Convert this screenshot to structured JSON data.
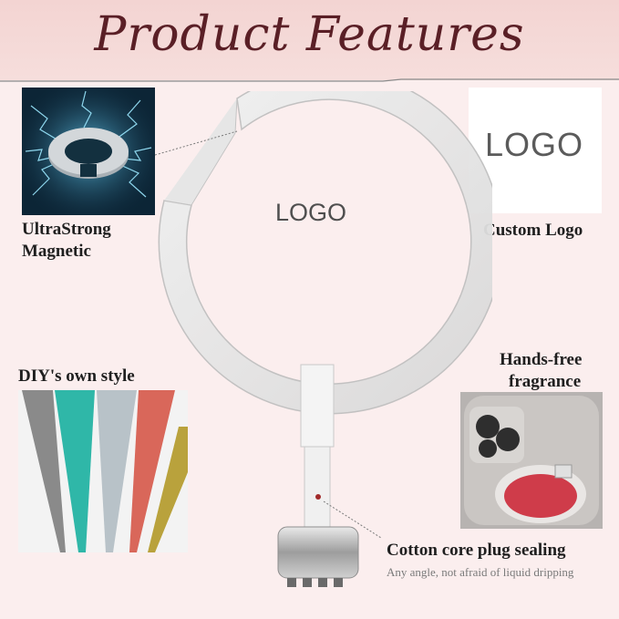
{
  "header": {
    "title": "Product Features"
  },
  "features": {
    "magnetic": {
      "label_line1": "UltraStrong",
      "label_line2": "Magnetic"
    },
    "custom_logo": {
      "label": "Custom Logo",
      "logo_text": "LOGO"
    },
    "diy": {
      "label": "DIY's own style"
    },
    "hands_free": {
      "label_line1": "Hands-free",
      "label_line2": "fragrance"
    },
    "cotton": {
      "label": "Cotton core plug sealing",
      "sublabel": "Any angle, not afraid of liquid dripping"
    }
  },
  "product": {
    "ring_logo_text": "LOGO"
  },
  "colors": {
    "header_bg": "#f3d4d2",
    "title": "#5a1f26",
    "page_bg": "#fbeeee",
    "glitter": [
      "#8a8a8a",
      "#2fb7a8",
      "#b8c2c8",
      "#d9675a",
      "#b9a23c"
    ]
  },
  "icons": [
    "magnet-ring-icon",
    "lightning-icon",
    "phone-camera-icon",
    "glitter-stripe-icon"
  ]
}
